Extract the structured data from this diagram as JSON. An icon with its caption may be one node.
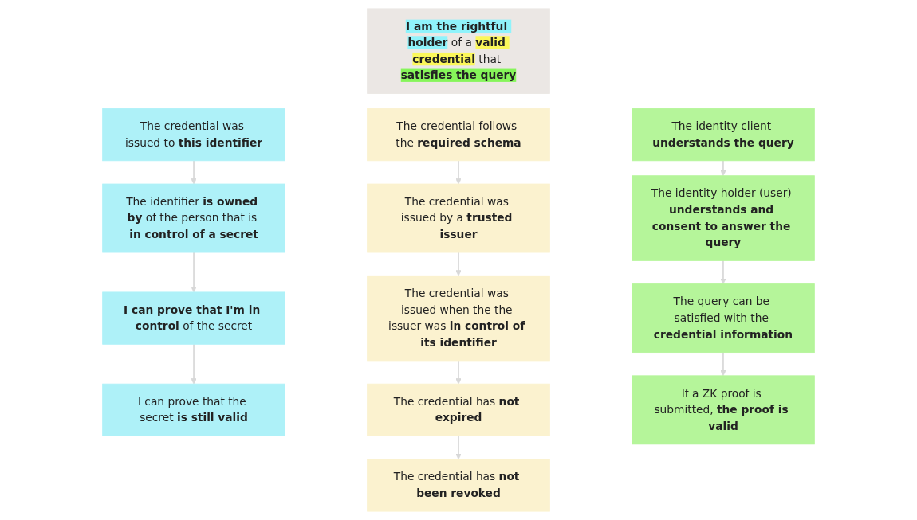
{
  "diagram": {
    "nodes": [
      {
        "text": [
          "**I am the rightful holder** of a **valid credential** that **satisfies the query**"
        ]
      },
      {
        "text": [
          "The credential was issued to **this identifier**"
        ]
      },
      {
        "text": [
          "The identifier **is owned by** of the person that is **in control of a secret**"
        ]
      },
      {
        "text": [
          "**I can prove that I'm in control** of the secret"
        ]
      },
      {
        "text": [
          "I can prove that the secret **is still valid**"
        ]
      },
      {
        "text": [
          "The credential follows the **required schema**"
        ]
      },
      {
        "text": [
          "The credential was issued by a **trusted issuer**"
        ]
      },
      {
        "text": [
          "The credential was issued when the the issuer was **in control of its identifier**"
        ]
      },
      {
        "text": [
          "The credential has **not expired**"
        ]
      },
      {
        "text": [
          "The credential has **not been revoked**"
        ]
      },
      {
        "text": [
          "The identity client **understands the query**"
        ]
      },
      {
        "text": [
          "The identity holder (user) **understands and consent to answer the query**"
        ]
      },
      {
        "text": [
          "The query can be satisfied with the **credential information**"
        ]
      },
      {
        "text": [
          "If a ZK proof is submitted, **the proof is valid**"
        ]
      }
    ],
    "edges": [
      {
        "from": 1,
        "to": 2,
        "arrow": "to"
      },
      {
        "from": 2,
        "to": 3,
        "arrow": "to"
      },
      {
        "from": 3,
        "to": 4,
        "arrow": "to"
      },
      {
        "from": 5,
        "to": 6,
        "arrow": "to"
      },
      {
        "from": 6,
        "to": 7,
        "arrow": "to"
      },
      {
        "from": 7,
        "to": 8,
        "arrow": "to"
      },
      {
        "from": 8,
        "to": 9,
        "arrow": "to"
      },
      {
        "from": 10,
        "to": 11,
        "arrow": "to"
      },
      {
        "from": 11,
        "to": 12,
        "arrow": "to"
      },
      {
        "from": 12,
        "to": 13,
        "arrow": "to"
      }
    ]
  }
}
